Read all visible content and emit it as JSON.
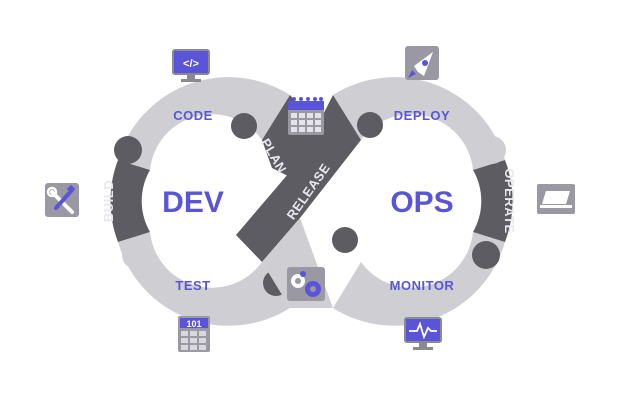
{
  "diagram": {
    "left_center_label": "DEV",
    "right_center_label": "OPS",
    "stages": {
      "code": "CODE",
      "build": "BUILD",
      "test": "TEST",
      "plan": "PLAN",
      "release": "RELEASE",
      "deploy": "DEPLOY",
      "operate": "OPERATE",
      "monitor": "MONITOR"
    },
    "icons": {
      "code": "code-monitor-icon",
      "build": "wrench-screwdriver-icon",
      "test": "calculator-icon",
      "plan": "calendar-icon",
      "release": "gears-icon",
      "deploy": "rocket-icon",
      "operate": "laptop-icon",
      "monitor": "heartbeat-monitor-icon"
    },
    "icon_text": {
      "code": "</>",
      "test": "101"
    },
    "colors": {
      "light_segment": "#cfcfd3",
      "dark_segment": "#5c5c62",
      "accent": "#5a55d8",
      "accent_light": "#6b68e0",
      "on_dark_text": "#e8e8ee"
    }
  }
}
